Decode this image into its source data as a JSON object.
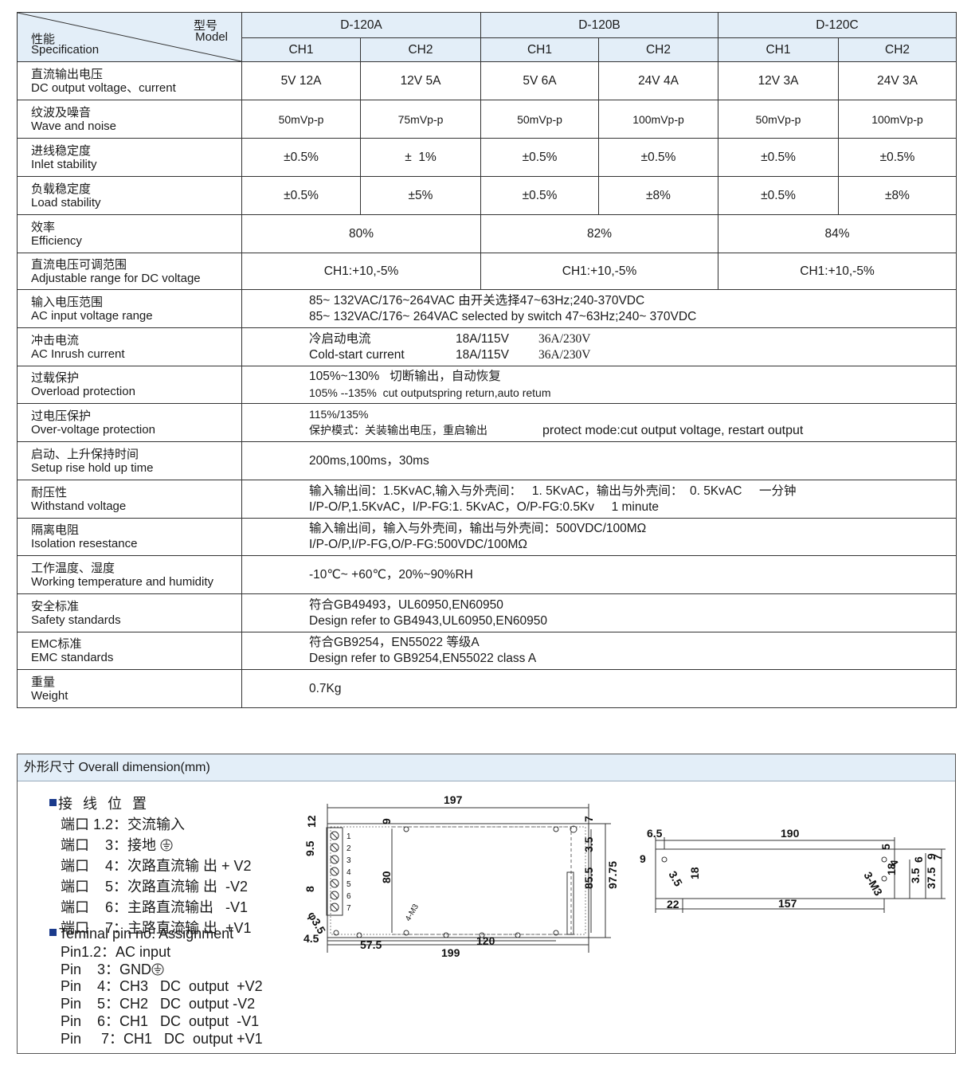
{
  "header": {
    "model_zh": "型号",
    "model_en": "Model",
    "spec_zh": "性能",
    "spec_en": "Specification",
    "models": [
      "D-120A",
      "D-120B",
      "D-120C"
    ],
    "channels": [
      "CH1",
      "CH2",
      "CH1",
      "CH2",
      "CH1",
      "CH2"
    ]
  },
  "rows": {
    "dc_output": {
      "zh": "直流输出电压",
      "en": "DC output voltage、current",
      "values": [
        "5V  12A",
        "12V  5A",
        "5V  6A",
        "24V  4A",
        "12V  3A",
        "24V  3A"
      ]
    },
    "noise": {
      "zh": "纹波及噪音",
      "en": "Wave and noise",
      "values": [
        "50mVp-p",
        "75mVp-p",
        "50mVp-p",
        "100mVp-p",
        "50mVp-p",
        "100mVp-p"
      ]
    },
    "inlet": {
      "zh": "进线稳定度",
      "en": "Inlet stability",
      "values": [
        "±0.5%",
        "±  1%",
        "±0.5%",
        "±0.5%",
        "±0.5%",
        "±0.5%"
      ]
    },
    "load": {
      "zh": "负载稳定度",
      "en": "Load stability",
      "values": [
        "±0.5%",
        "±5%",
        "±0.5%",
        "±8%",
        "±0.5%",
        "±8%"
      ]
    },
    "efficiency": {
      "zh": "效率",
      "en": "Efficiency",
      "values": [
        "80%",
        "82%",
        "84%"
      ]
    },
    "adjust": {
      "zh": "直流电压可调范围",
      "en": "Adjustable range for DC voltage",
      "values": [
        "CH1:+10,-5%",
        "CH1:+10,-5%",
        "CH1:+10,-5%"
      ]
    },
    "ac_input": {
      "zh": "输入电压范围",
      "en": "AC input voltage range",
      "line1": "85~ 132VAC/176~264VAC 由开关选择47~63Hz;240-370VDC",
      "line2": "85~ 132VAC/176~ 264VAC  selected by switch 47~63Hz;240~ 370VDC"
    },
    "inrush": {
      "zh": "冲击电流",
      "en": "AC Inrush current",
      "l1a": "冷启动电流",
      "l1b": "18A/115V",
      "l1c": "36A/230V",
      "l2a": "Cold-start current",
      "l2b": "18A/115V",
      "l2c": "36A/230V"
    },
    "overload": {
      "zh": "过载保护",
      "en": "Overload protection",
      "line1": "105%~130%   切断输出，自动恢复",
      "line2": "105% --135%  cut outputspring return,auto retum"
    },
    "overvoltage": {
      "zh": "过电压保护",
      "en": "Over-voltage protection",
      "line1": "115%/135%",
      "line2a": "保护模式：关装输出电压，重启输出",
      "line2b": "protect mode:cut output voltage, restart output"
    },
    "setup": {
      "zh": "启动、上升保持时间",
      "en": "Setup rise hold up time",
      "value": "200ms,100ms，30ms"
    },
    "withstand": {
      "zh": "耐压性",
      "en": "Withstand voltage",
      "line1": "输入输出间：1.5KvAC,输入与外壳间：   1. 5KvAC，输出与外壳间：  0. 5KvAC     一分钟",
      "line2": "I/P-O/P,1.5KvAC，I/P-FG:1. 5KvAC，O/P-FG:0.5Kv     1 minute"
    },
    "isolation": {
      "zh": "隔离电阻",
      "en": "Isolation resestance",
      "line1": "输入输出间，输入与外壳间，输出与外壳间：500VDC/100MΩ",
      "line2": "I/P-O/P,I/P-FG,O/P-FG:500VDC/100MΩ"
    },
    "temperature": {
      "zh": "工作温度、湿度",
      "en": "Working temperature and humidity",
      "value": "-10℃~ +60℃，20%~90%RH"
    },
    "safety": {
      "zh": "安全标准",
      "en": "Safety standards",
      "line1": "符合GB49493，UL60950,EN60950",
      "line2": "Design refer to GB4943,UL60950,EN60950"
    },
    "emc": {
      "zh": "EMC标准",
      "en": "EMC standards",
      "line1": "符合GB9254，EN55022 等级A",
      "line2": "Design refer to GB9254,EN55022 class A"
    },
    "weight": {
      "zh": "重量",
      "en": "Weight",
      "value": "0.7Kg"
    }
  },
  "dimension": {
    "title": "外形尺寸  Overall dimension(mm)",
    "wiring_title": "接 线 位 置",
    "wiring_rows": [
      "端口 1.2：交流输入",
      "端口    3：接地",
      "端口    4：次路直流输 出 + V2",
      "端口    5：次路直流输 出  -V2",
      "端口    6：主路直流输出   -V1",
      "端口    7：主路直流输 出  +V1"
    ],
    "pins_title": "Teminal pin no. Assignment",
    "pins_rows": [
      "Pin1.2：AC input",
      "Pin    3：GND",
      "Pin    4：CH3   DC  output  +V2",
      "Pin    5：CH2   DC  output -V2",
      "Pin    6：CH1   DC  output  -V1",
      "Pin     7：CH1   DC  output +V1"
    ],
    "front_view": {
      "d_197": "197",
      "d_12": "12",
      "d_9_5": "9.5",
      "d_9": "9",
      "d_7": "7",
      "d_3_5": "3.5",
      "d_85_5": "85.5",
      "d_97_75": "97.75",
      "d_80": "80",
      "d_8": "8",
      "d_phi3_5": "φ3.5",
      "d_4_5": "4.5",
      "d_57_5": "57.5",
      "d_120": "120",
      "d_199": "199",
      "d_4_m3": "4-M3",
      "terminals": [
        "1",
        "2",
        "3",
        "4",
        "5",
        "6",
        "7"
      ]
    },
    "side_view": {
      "d_6_5": "6.5",
      "d_190": "190",
      "d_9": "9",
      "d_3_5": "3.5",
      "d_18": "18",
      "d_22": "22",
      "d_157": "157",
      "d_5": "5",
      "d_3_m3": "3-M3",
      "d_4": "4",
      "d_18b": "18",
      "d_3_5b": "3.5",
      "d_6": "6",
      "d_9b": "9",
      "d_37_5": "37.5",
      "d_7": "7"
    }
  }
}
